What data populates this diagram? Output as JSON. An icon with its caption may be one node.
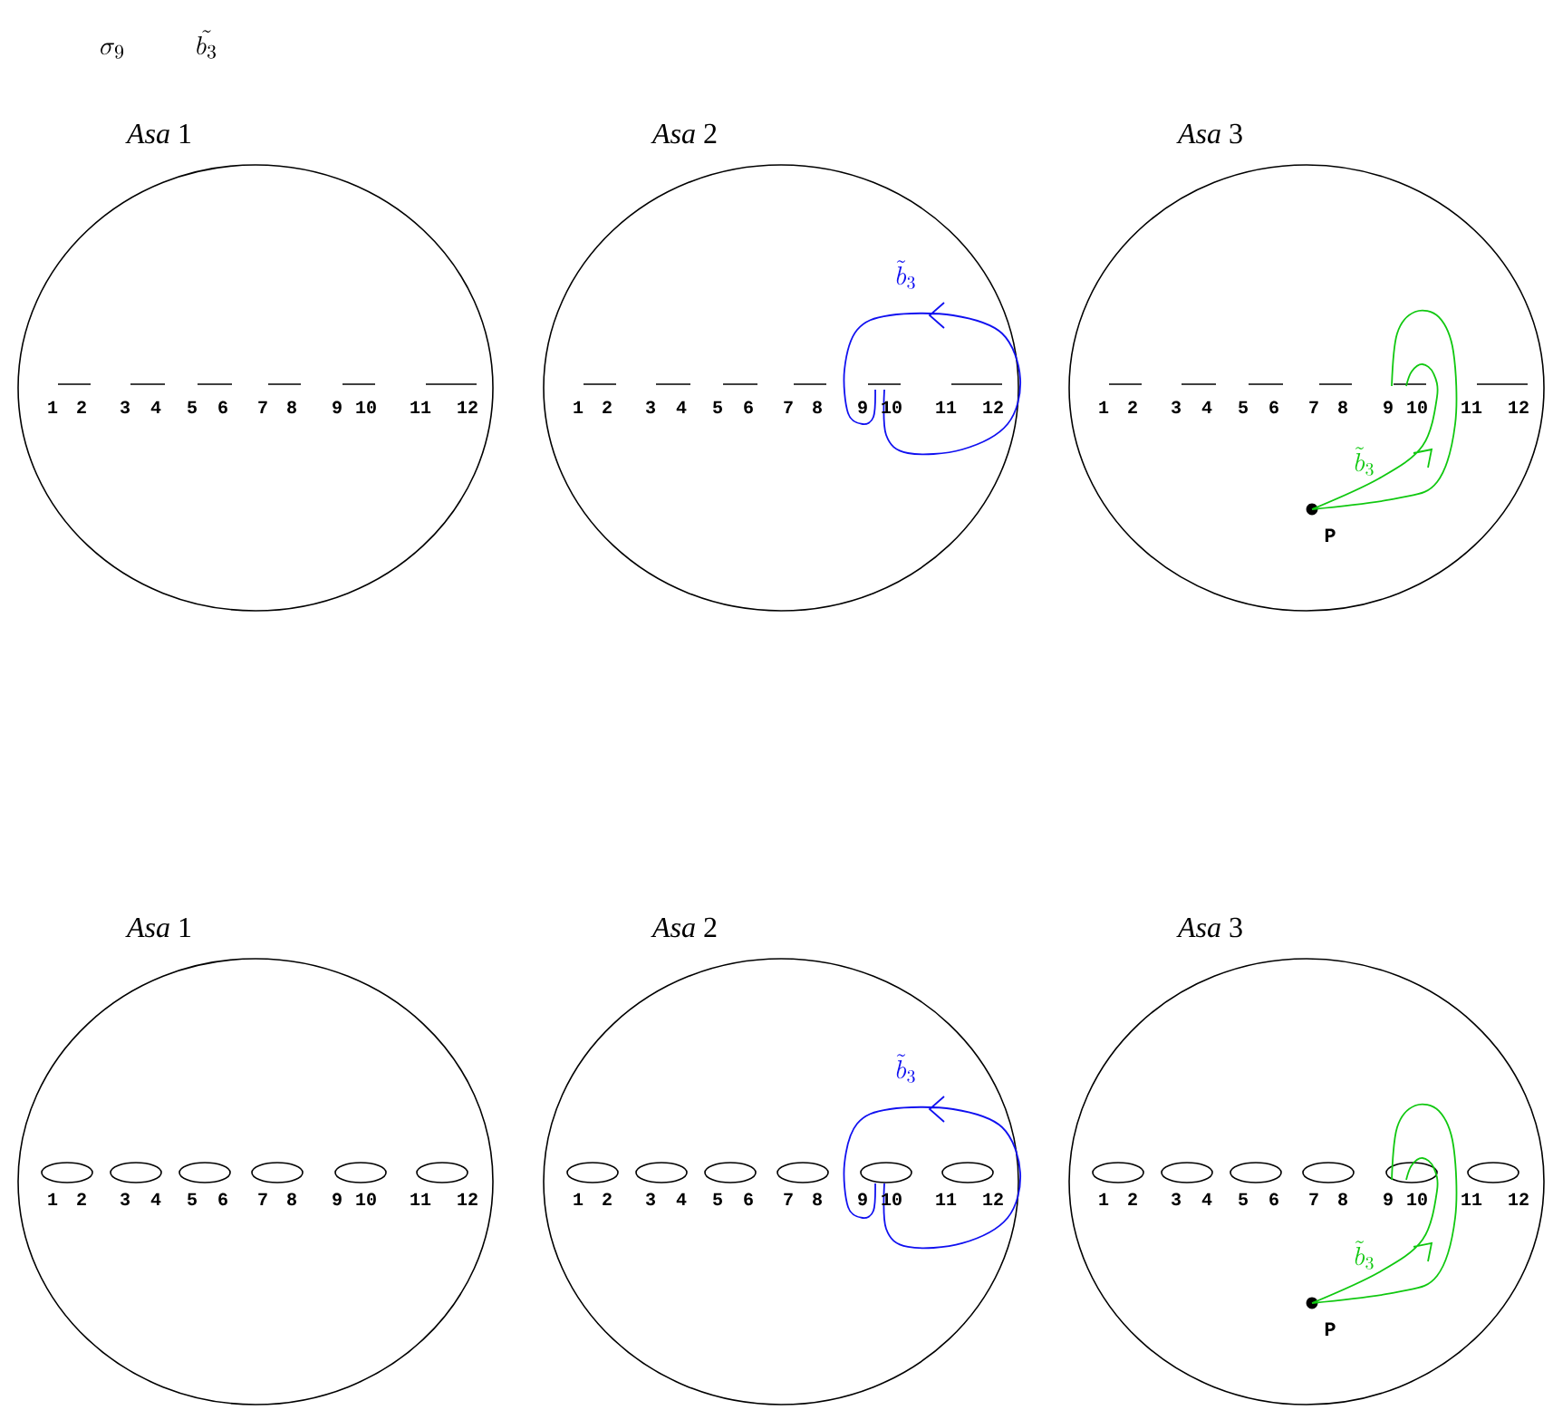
{
  "diagram": {
    "nodes": [
      {
        "text": [
          "*Asa* 1"
        ]
      },
      {
        "text": [
          "*Asa* 2"
        ]
      },
      {
        "text": [
          "*Asa* 3"
        ]
      },
      {
        "text": [
          "*Asa* 1"
        ]
      },
      {
        "text": [
          "*Asa* 2"
        ]
      },
      {
        "text": [
          "*Asa* 3"
        ]
      }
    ],
    "labels": [
      "\\sigma_9",
      "\\tilde{b_3}",
      "1",
      "2",
      "3",
      "4",
      "5",
      "6",
      "7",
      "8",
      "9",
      "10",
      "11",
      "12",
      "\\tilde{b}_3",
      "1",
      "2",
      "3",
      "4",
      "5",
      "6",
      "7",
      "8",
      "9",
      "10",
      "11",
      "12",
      "1",
      "2",
      "3",
      "4",
      "5",
      "6",
      "7",
      "8",
      "9",
      "10",
      "11",
      "12",
      "\\tilde{b}_3",
      "P",
      "1",
      "2",
      "3",
      "4",
      "5",
      "6",
      "7",
      "8",
      "9",
      "10",
      "11",
      "12",
      "\\tilde{b}_3",
      "1",
      "2",
      "3",
      "4",
      "5",
      "6",
      "7",
      "8",
      "9",
      "10",
      "11",
      "12",
      "1",
      "2",
      "3",
      "4",
      "5",
      "6",
      "7",
      "8",
      "9",
      "10",
      "11",
      "12",
      "\\tilde{b}_3",
      "P"
    ]
  }
}
